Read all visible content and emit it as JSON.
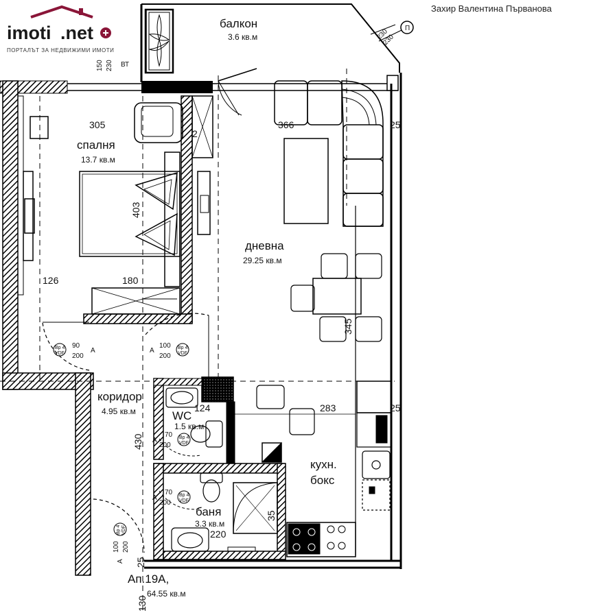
{
  "logo": {
    "brand_main": "imoti",
    "brand_dot": ".net",
    "tagline": "ПОРТАЛЪТ ЗА НЕДВИЖИМИ ИМОТИ",
    "colors": {
      "roof": "#8a1538",
      "plus": "#8a1538",
      "text": "#1a1a1a"
    }
  },
  "author": "Захир Валентина Първанова",
  "rooms": {
    "balcony": {
      "name": "балкон",
      "area": "3.6 кв.м"
    },
    "bedroom": {
      "name": "спалня",
      "area": "13.7 кв.м"
    },
    "living": {
      "name": "дневна",
      "area": "29.25 кв.м"
    },
    "corridor": {
      "name": "коридор",
      "area": "4.95 кв.м"
    },
    "wc": {
      "name": "WC",
      "area": "1.5 кв.м"
    },
    "kitchen": {
      "name_line1": "кухн.",
      "name_line2": "бокс"
    },
    "bathroom": {
      "name": "баня",
      "area": "3.3 кв.м"
    }
  },
  "apartment": {
    "name": "Ап.19А,",
    "area": "64.55 кв.м"
  },
  "dimensions": {
    "d305": "305",
    "d366": "366",
    "d25a": "25",
    "d403": "403",
    "d126": "126",
    "d180": "180",
    "d124": "124",
    "d283": "283",
    "d25b": "25",
    "d430": "430",
    "d220": "220",
    "d345": "345",
    "d35": "35",
    "d25c": "25",
    "d130": "130",
    "d150": "150",
    "d230a": "230",
    "d230b": "230",
    "d230c": "230",
    "d2": "2",
    "bt": "ВТ",
    "axis": "П"
  },
  "doors": {
    "bedroom_door": {
      "code": "Вр 4",
      "type": "VDF",
      "w": "90",
      "h": "200",
      "side": "A"
    },
    "living_door": {
      "code": "Вр 4",
      "type": "VDF",
      "w": "100",
      "h": "200",
      "side": "A"
    },
    "wc_door": {
      "code": "Вр 4",
      "type": "VDF",
      "w": "70",
      "h": "200",
      "side": "A"
    },
    "bath_door": {
      "code": "Вр 4",
      "type": "VDF",
      "w": "70",
      "h": "200",
      "side": "A"
    },
    "entry_door": {
      "code": "Вр 4",
      "type": "VDF",
      "w": "100",
      "h": "200",
      "side": "A"
    }
  }
}
